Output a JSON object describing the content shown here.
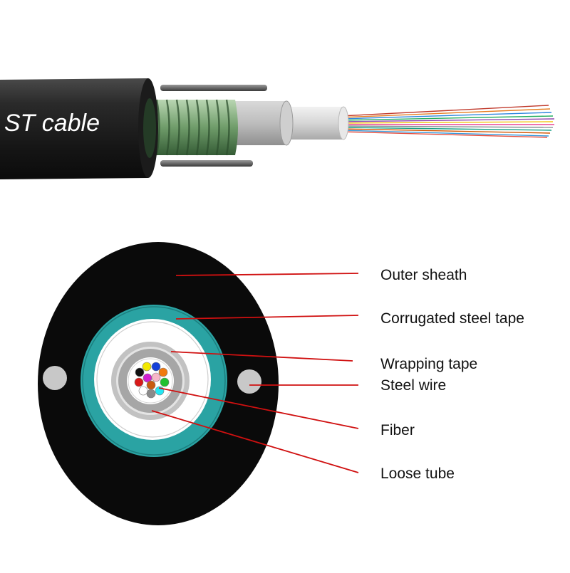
{
  "cable_photo": {
    "sheath_text": "ST cable"
  },
  "cross_section": {
    "labels": [
      {
        "id": "outer-sheath",
        "text": "Outer sheath"
      },
      {
        "id": "corrugated-steel-tape",
        "text": "Corrugated steel tape"
      },
      {
        "id": "wrapping-tape",
        "text": "Wrapping tape"
      },
      {
        "id": "steel-wire",
        "text": "Steel wire"
      },
      {
        "id": "fiber",
        "text": "Fiber"
      },
      {
        "id": "loose-tube",
        "text": "Loose tube"
      }
    ],
    "fiber_colors": [
      "#111111",
      "#f2e800",
      "#1540d8",
      "#f07a10",
      "#d81a1a",
      "#d020d0",
      "#f7b7c8",
      "#20c030",
      "#ffffff",
      "#8a8a8a",
      "#24e6f2",
      "#c85a10"
    ]
  },
  "colors": {
    "sheath": "#0a0a0a",
    "steel_tape": "#2aa3a3",
    "leader_line": "#d01010",
    "steel_wire": "#c8c8c8"
  }
}
